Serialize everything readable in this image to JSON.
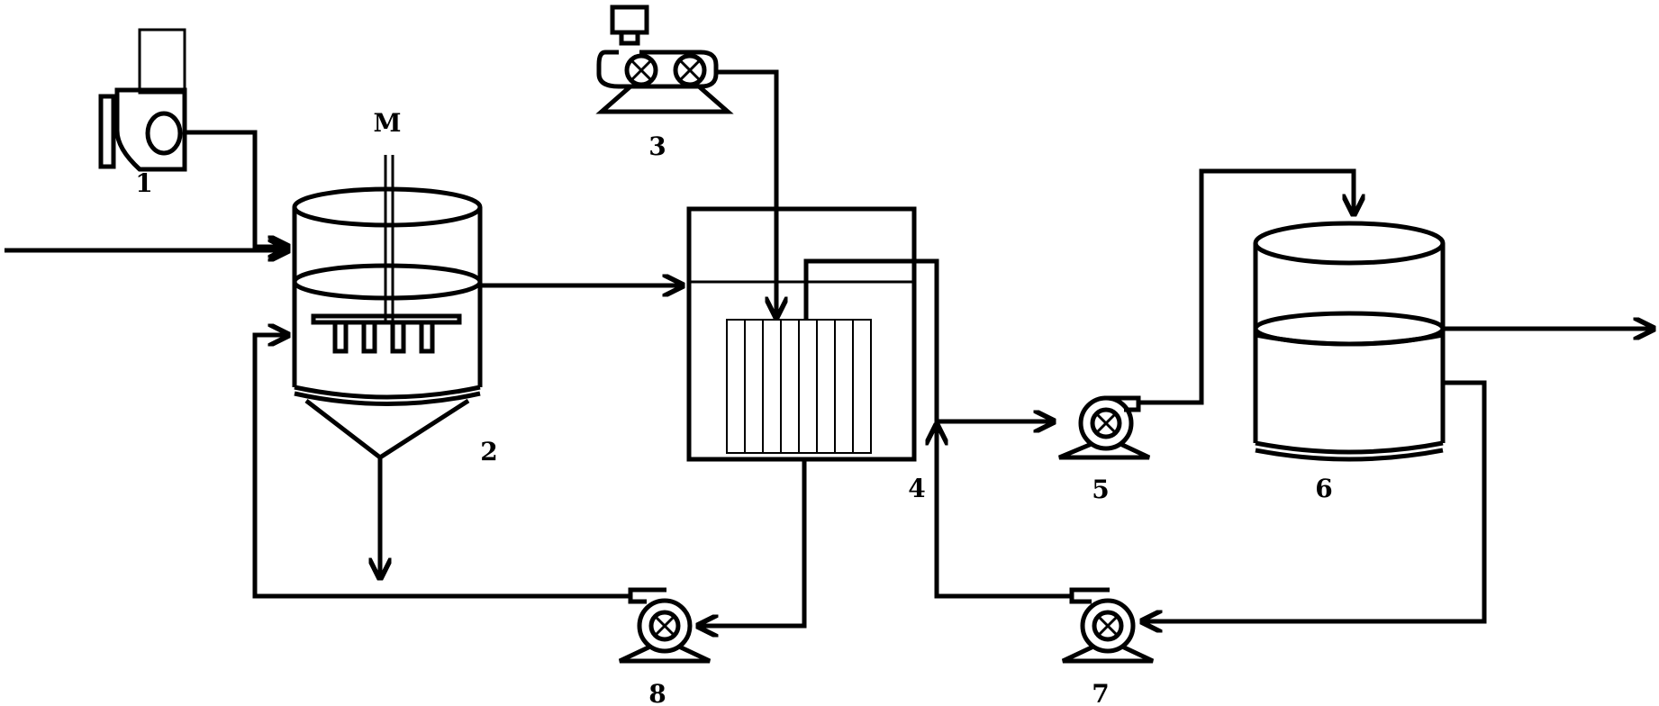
{
  "labels": {
    "motor": "M",
    "n1": "1",
    "n2": "2",
    "n3": "3",
    "n4": "4",
    "n5": "5",
    "n6": "6",
    "n7": "7",
    "n8": "8"
  },
  "equipment": [
    {
      "number": "1",
      "icon": "dosing-pump-icon"
    },
    {
      "number": "2",
      "icon": "stirred-reactor-tank-icon"
    },
    {
      "number": "3",
      "icon": "air-blower-icon"
    },
    {
      "number": "4",
      "icon": "membrane-bioreactor-tank-icon"
    },
    {
      "number": "5",
      "icon": "centrifugal-pump-icon"
    },
    {
      "number": "6",
      "icon": "storage-tank-icon"
    },
    {
      "number": "7",
      "icon": "centrifugal-pump-icon"
    },
    {
      "number": "8",
      "icon": "centrifugal-pump-icon"
    }
  ],
  "colors": {
    "stroke": "#000000",
    "background": "#ffffff"
  }
}
